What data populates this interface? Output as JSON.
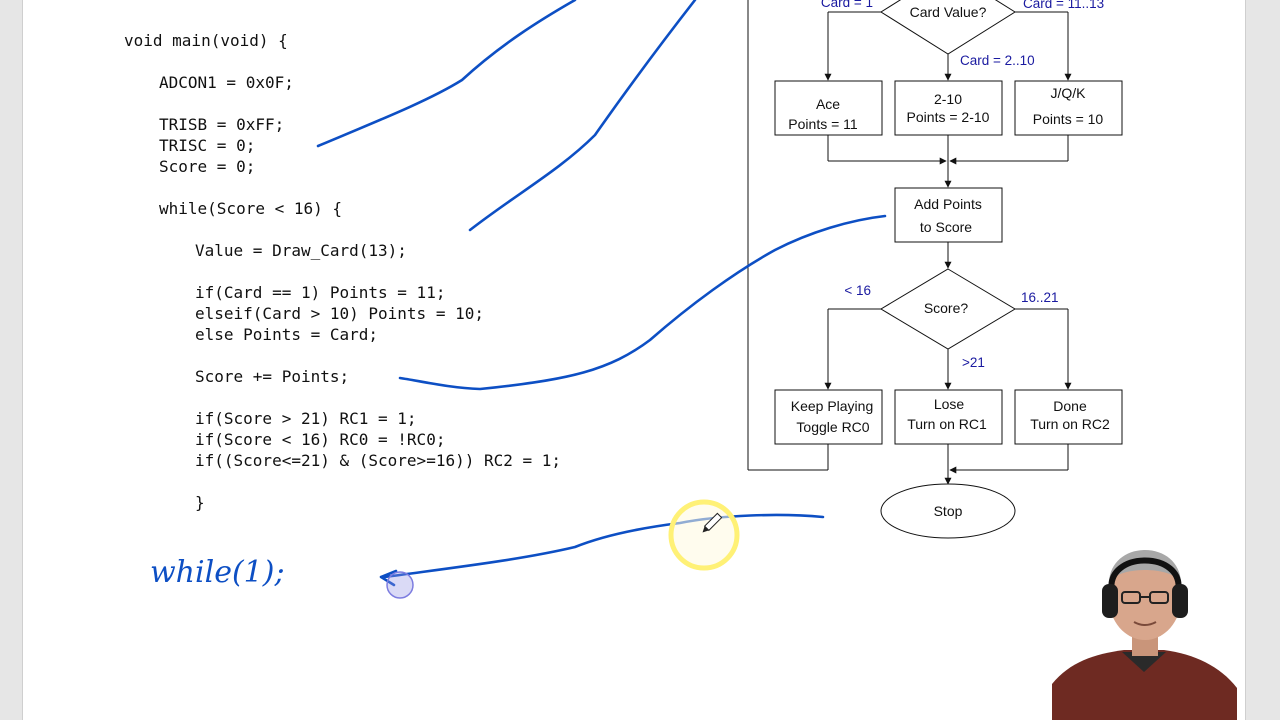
{
  "code": {
    "lines": [
      "void main(void) {",
      "ADCON1 = 0x0F;",
      "TRISB = 0xFF;",
      "TRISC = 0;",
      "Score = 0;",
      "while(Score < 16) {",
      "Value = Draw_Card(13);",
      "if(Card == 1) Points = 11;",
      "elseif(Card > 10) Points = 10;",
      "else Points = Card;",
      "Score += Points;",
      "if(Score > 21) RC1 = 1;",
      "if(Score < 16) RC0 = !RC0;",
      "if((Score<=21) & (Score>=16)) RC2 = 1;",
      "}"
    ]
  },
  "handwriting": {
    "text": "while(1);"
  },
  "flowchart": {
    "decision_card": "Card Value?",
    "label_card1": "Card = 1",
    "label_card11": "Card = 11..13",
    "label_card2": "Card = 2..10",
    "ace_line1": "Ace",
    "ace_line2": "Points = 11",
    "mid_line1": "2-10",
    "mid_line2": "Points = 2-10",
    "jqk_line1": "J/Q/K",
    "jqk_line2": "Points = 10",
    "add_line1": "Add Points",
    "add_line2": "to Score",
    "decision_score": "Score?",
    "label_lt16": "< 16",
    "label_16_21": "16..21",
    "label_gt21": ">21",
    "keep_line1": "Keep Playing",
    "keep_line2": "Toggle RC0",
    "lose_line1": "Lose",
    "lose_line2": "Turn on RC1",
    "done_line1": "Done",
    "done_line2": "Turn on RC2",
    "stop": "Stop"
  },
  "colors": {
    "ink": "#0d4fc4",
    "label_blue": "#1a1aa0",
    "cursor_highlight": "#fff176"
  },
  "icons": {
    "cursor": "pencil-cursor-icon",
    "presenter": "webcam-presenter"
  }
}
